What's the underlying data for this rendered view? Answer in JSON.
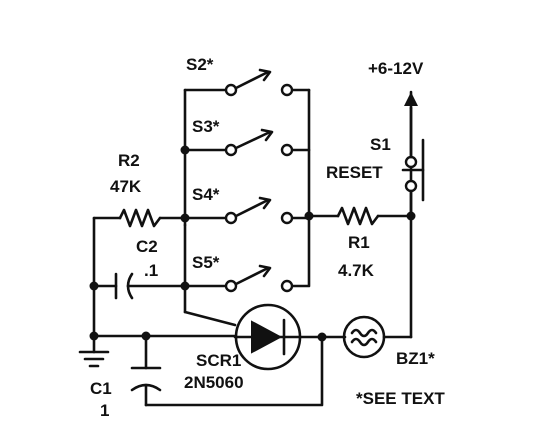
{
  "labels": {
    "s2": "S2*",
    "s3": "S3*",
    "s4": "S4*",
    "s5": "S5*",
    "supply": "+6-12V",
    "s1": "S1",
    "reset": "RESET",
    "r2_name": "R2",
    "r2_value": "47K",
    "c2_name": "C2",
    "c2_value": ".1",
    "r1_name": "R1",
    "r1_value": "4.7K",
    "scr_name": "SCR1",
    "scr_part": "2N5060",
    "bz_name": "BZ1*",
    "c1_name": "C1",
    "c1_value": "1",
    "footnote": "*SEE TEXT"
  }
}
